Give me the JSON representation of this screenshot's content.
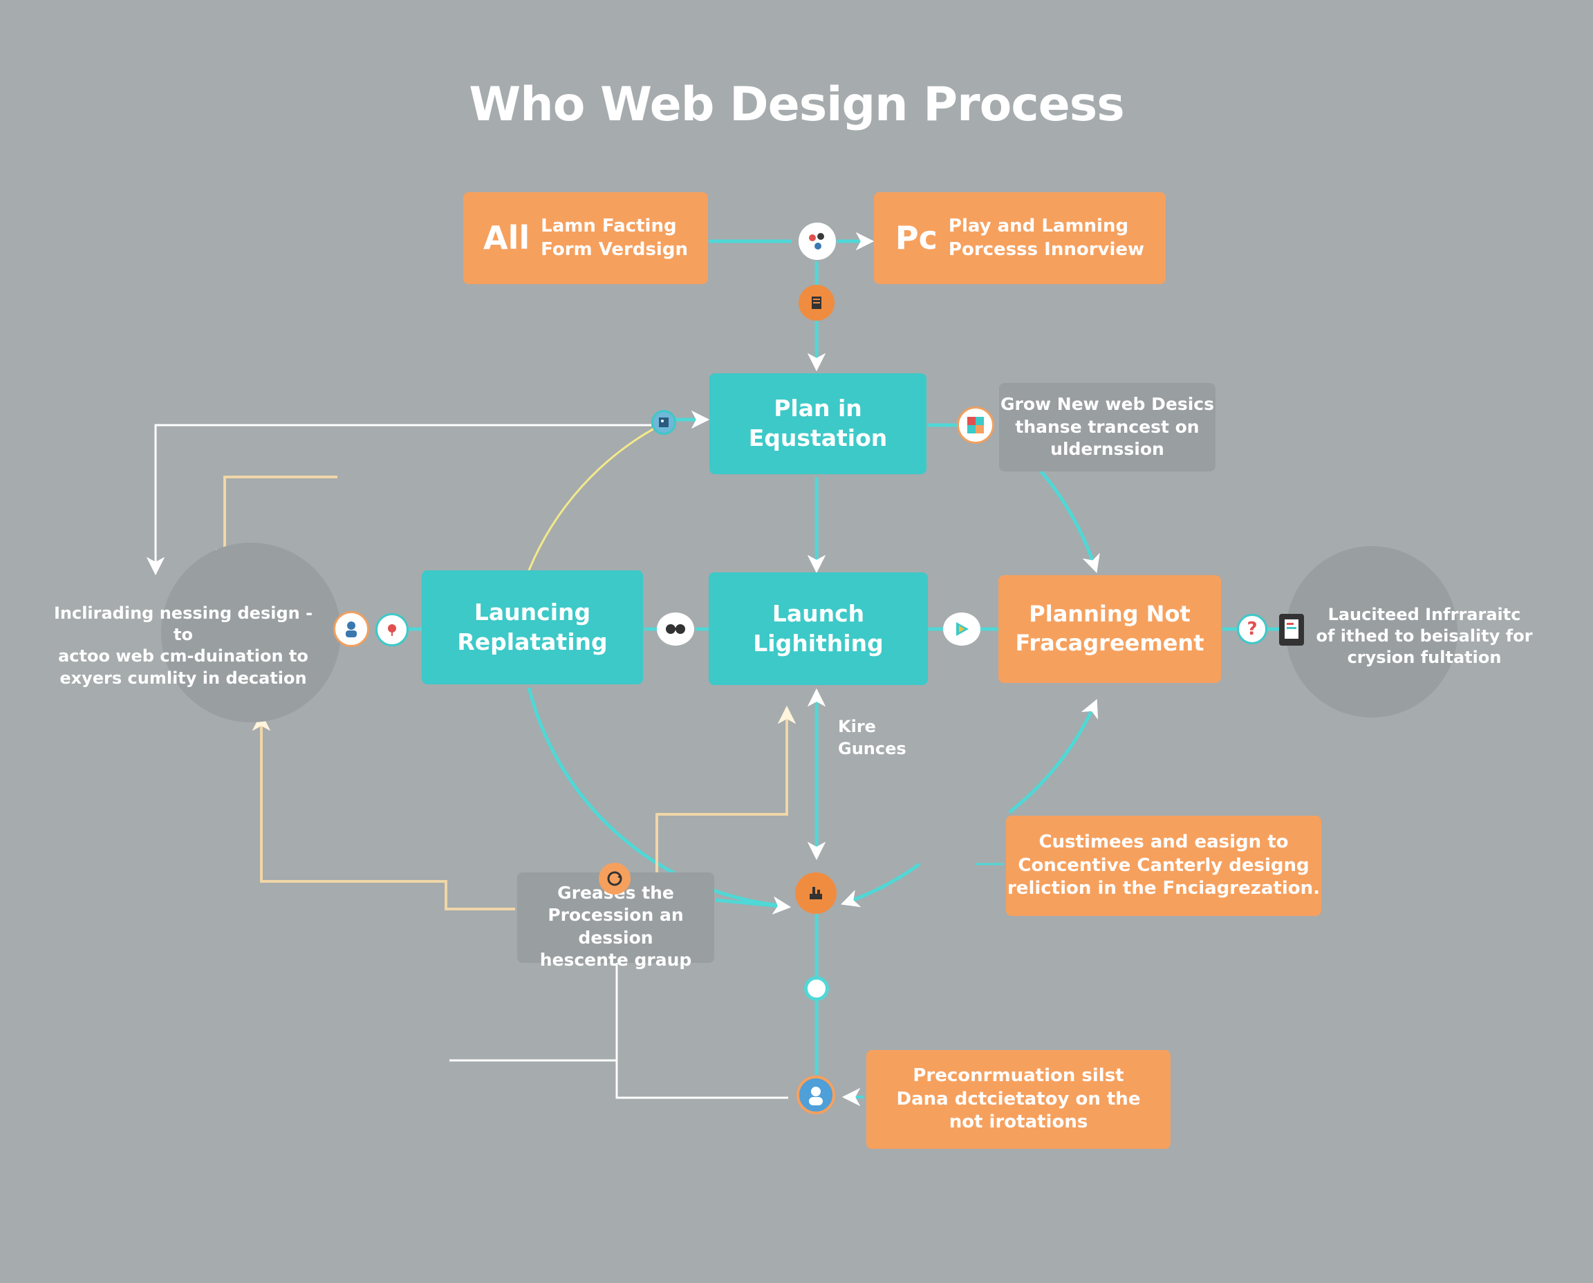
{
  "title": "Who Web Design Process",
  "nodes": {
    "top_left": {
      "prefix": "All",
      "text": "Lamn Facting\nForm Verdsign"
    },
    "top_right": {
      "prefix": "Pc",
      "text": "Play and Lamning\nPorcesss Innorview"
    },
    "plan": {
      "text": "Plan in\nEqustation"
    },
    "grow": {
      "text": "Grow New web Desics\nthanse trancest on\nuldernssion"
    },
    "launching": {
      "text": "Launcing\nReplatating"
    },
    "launch": {
      "text": "Launch\nLighithing"
    },
    "planning": {
      "text": "Planning Not\nFracagreement"
    },
    "customers": {
      "text": "Custimees and easign to\nConcentive Canterly designg\nreliction in the Fnciagrezation."
    },
    "greases": {
      "text": "Greases the\nProcession an dession\nhescente graup"
    },
    "precon": {
      "text": "Preconrmuation silst\nDana dctcietatoy on the\nnot irotations"
    }
  },
  "circles": {
    "left": {
      "text": "Inclirading nessing design - to\nactoo web cm-duination to\nexyers cumlity in decation"
    },
    "right": {
      "text": "Lauciteed Infrraraitc\nof ithed to beisality for\ncrysion fultation"
    }
  },
  "labels": {
    "kire": "Kire\nGunces"
  },
  "icons": {
    "top_connector": "people-group-icon",
    "top_stack": "document-stack-icon",
    "plan_left": "picture-icon",
    "plan_right": "color-palette-icon",
    "left_person": "person-icon",
    "left_pin": "map-pin-icon",
    "glasses": "glasses-icon",
    "play": "play-icon",
    "question": "question-icon",
    "tablet": "tablet-icon",
    "greases_top": "refresh-icon",
    "hub": "tools-icon",
    "small_dot": "dot-icon",
    "bottom_person": "user-avatar-icon"
  },
  "colors": {
    "background": "#a6abad",
    "teal": "#3cc9c8",
    "orange": "#f6a05e",
    "grey_box": "#999ea1",
    "connector": "#4fd8d6",
    "beige_line": "#f0d6a8",
    "white_line": "#ffffff"
  }
}
